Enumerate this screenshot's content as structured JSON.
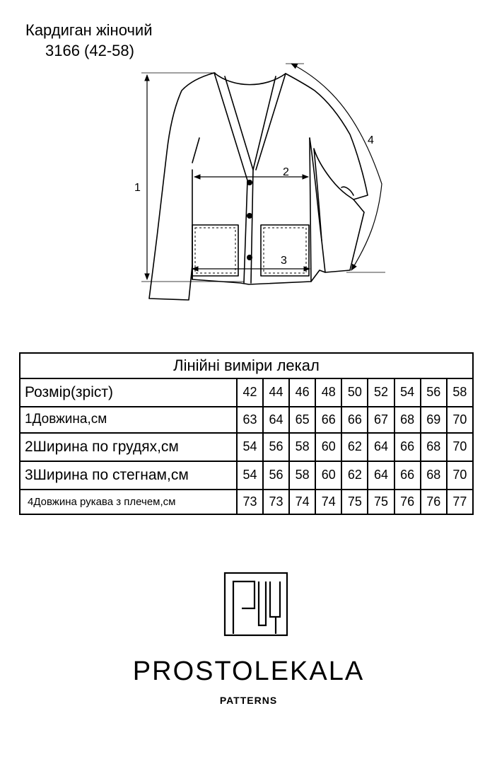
{
  "title": "Кардиган жіночий",
  "subtitle": "3166 (42-58)",
  "sketch": {
    "dim_labels": [
      "1",
      "2",
      "3",
      "4"
    ]
  },
  "table": {
    "heading": "Лінійні виміри лекал",
    "size_label": "Розмір(зріст)",
    "sizes": [
      "42",
      "44",
      "46",
      "48",
      "50",
      "52",
      "54",
      "56",
      "58"
    ],
    "rows": [
      {
        "label": "1Довжина,см",
        "values": [
          "63",
          "64",
          "65",
          "66",
          "66",
          "67",
          "68",
          "69",
          "70"
        ]
      },
      {
        "label": "2Ширина по грудях,см",
        "values": [
          "54",
          "56",
          "58",
          "60",
          "62",
          "64",
          "66",
          "68",
          "70"
        ]
      },
      {
        "label": "3Ширина по стегнам,см",
        "values": [
          "54",
          "56",
          "58",
          "60",
          "62",
          "64",
          "66",
          "68",
          "70"
        ]
      },
      {
        "label": "4Довжина рукава з плечем,см",
        "values": [
          "73",
          "73",
          "74",
          "74",
          "75",
          "75",
          "76",
          "76",
          "77"
        ]
      }
    ]
  },
  "brand": {
    "name": "PROSTOLEKALA",
    "tagline": "PATTERNS"
  }
}
